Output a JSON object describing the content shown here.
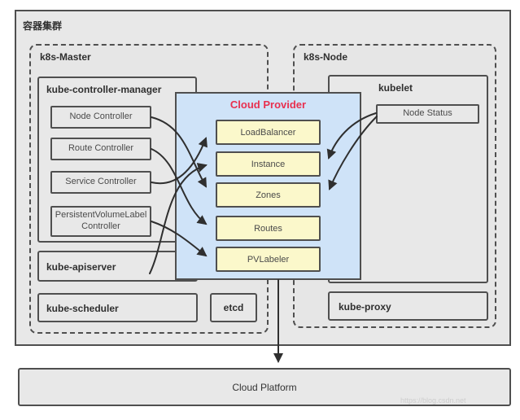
{
  "diagram": {
    "cluster_label": "容器集群",
    "master": {
      "label": "k8s-Master",
      "controller_manager": {
        "label": "kube-controller-manager",
        "controllers": [
          "Node Controller",
          "Route Controller",
          "Service Controller",
          "PersistentVolumeLabel Controller"
        ]
      },
      "apiserver_label": "kube-apiserver",
      "scheduler_label": "kube-scheduler",
      "etcd_label": "etcd"
    },
    "cloud_provider": {
      "label": "Cloud Provider",
      "interfaces": [
        "LoadBalancer",
        "Instance",
        "Zones",
        "Routes",
        "PVLabeler"
      ]
    },
    "node": {
      "label": "k8s-Node",
      "kubelet_label": "kubelet",
      "node_status_label": "Node Status",
      "kube_proxy_label": "kube-proxy"
    },
    "cloud_platform_label": "Cloud Platform",
    "watermark": "https://blog.csdn.net",
    "connections": [
      {
        "from": "Node Controller",
        "to": "Zones"
      },
      {
        "from": "Route Controller",
        "to": "Routes"
      },
      {
        "from": "Service Controller",
        "to": "LoadBalancer"
      },
      {
        "from": "PersistentVolumeLabel Controller",
        "to": "PVLabeler"
      },
      {
        "from": "kube-apiserver",
        "to": "Instance"
      },
      {
        "from": "Node Status",
        "to": "Instance"
      },
      {
        "from": "Node Status",
        "to": "Zones"
      },
      {
        "from": "容器集群",
        "to": "Cloud Platform"
      }
    ]
  },
  "colors": {
    "cloud_provider_bg": "#cfe3f8",
    "interface_bg": "#fbf8cb",
    "cloud_provider_title": "#e8304f",
    "box_bg": "#e8e8e8",
    "border": "#4f4f4f",
    "arrow": "#2f2f2f"
  }
}
